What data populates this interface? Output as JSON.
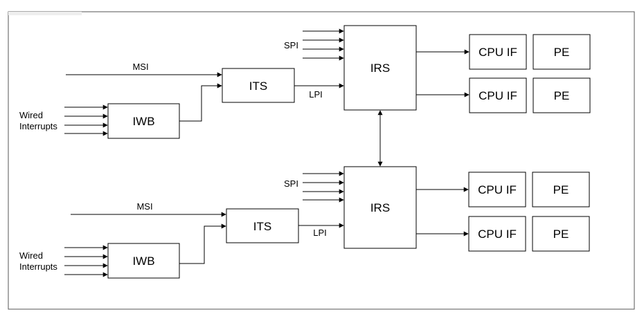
{
  "clusters": [
    {
      "its": "ITS",
      "iwb": "IWB",
      "irs": "IRS",
      "msi": "MSI",
      "lpi": "LPI",
      "spi": "SPI",
      "wired_line1": "Wired",
      "wired_line2": "Interrupts",
      "cpus": [
        {
          "cpu_if": "CPU IF",
          "pe": "PE"
        },
        {
          "cpu_if": "CPU IF",
          "pe": "PE"
        }
      ]
    },
    {
      "its": "ITS",
      "iwb": "IWB",
      "irs": "IRS",
      "msi": "MSI",
      "lpi": "LPI",
      "spi": "SPI",
      "wired_line1": "Wired",
      "wired_line2": "Interrupts",
      "cpus": [
        {
          "cpu_if": "CPU IF",
          "pe": "PE"
        },
        {
          "cpu_if": "CPU IF",
          "pe": "PE"
        }
      ]
    }
  ]
}
